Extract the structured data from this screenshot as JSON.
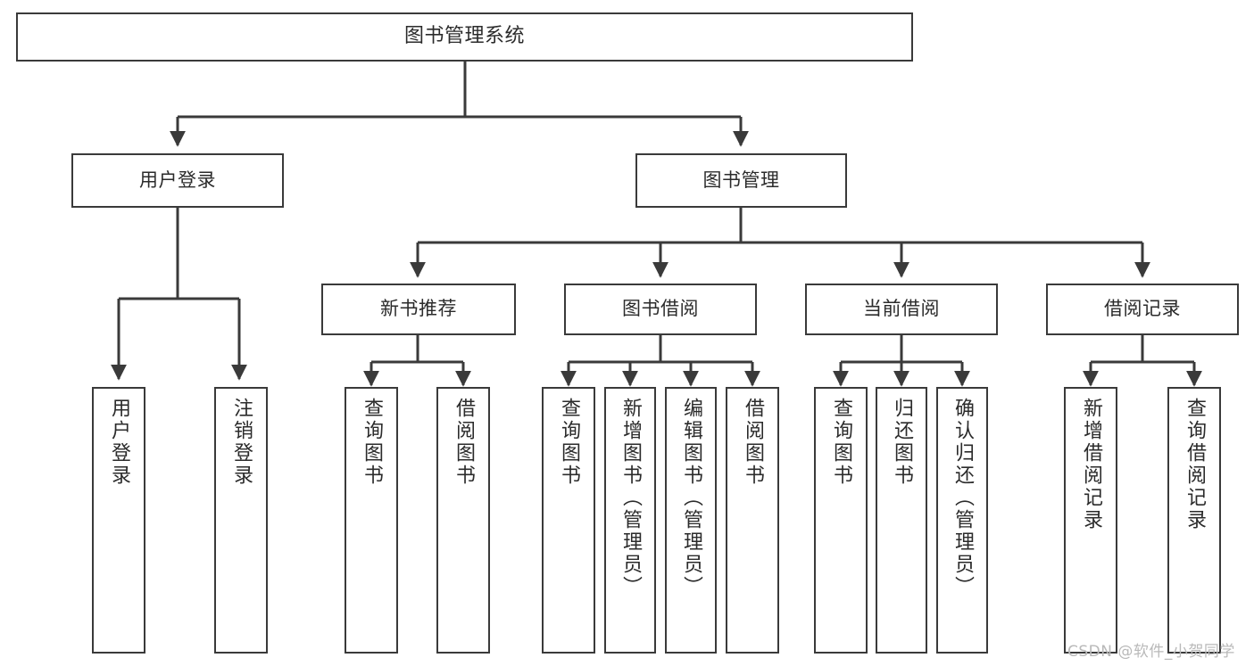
{
  "diagram": {
    "type": "hierarchy-tree",
    "title": "图书管理系统",
    "orientation": "top-down",
    "watermark": "CSDN @软件_小贺同学",
    "colors": {
      "node_border": "#3a3a3a",
      "node_fill": "#ffffff",
      "edge": "#3a3a3a",
      "text": "#2b2b2b",
      "background": "#ffffff",
      "watermark": "#b9b9b9"
    },
    "nodes": {
      "root": {
        "label": "图书管理系统",
        "level": 1
      },
      "user_login": {
        "label": "用户登录",
        "level": 2
      },
      "book_manage": {
        "label": "图书管理",
        "level": 2
      },
      "new_book_rec": {
        "label": "新书推荐",
        "level": 3
      },
      "book_borrow": {
        "label": "图书借阅",
        "level": 3
      },
      "current_borrow": {
        "label": "当前借阅",
        "level": 3
      },
      "borrow_record": {
        "label": "借阅记录",
        "level": 3
      },
      "leaf_user_login": {
        "label": "用户登录",
        "level": 4
      },
      "leaf_logout": {
        "label": "注销登录",
        "level": 4
      },
      "leaf_query_book_1": {
        "label": "查询图书",
        "level": 4
      },
      "leaf_borrow_book_1": {
        "label": "借阅图书",
        "level": 4
      },
      "leaf_query_book_2": {
        "label": "查询图书",
        "level": 4
      },
      "leaf_add_book": {
        "label": "新增图书（管理员）",
        "level": 4
      },
      "leaf_edit_book": {
        "label": "编辑图书（管理员）",
        "level": 4
      },
      "leaf_borrow_book_2": {
        "label": "借阅图书",
        "level": 4
      },
      "leaf_query_book_3": {
        "label": "查询图书",
        "level": 4
      },
      "leaf_return_book": {
        "label": "归还图书",
        "level": 4
      },
      "leaf_confirm_return": {
        "label": "确认归还（管理员）",
        "level": 4
      },
      "leaf_add_record": {
        "label": "新增借阅记录",
        "level": 4
      },
      "leaf_query_record": {
        "label": "查询借阅记录",
        "level": 4
      }
    },
    "edges": [
      {
        "from": "root",
        "to": "user_login"
      },
      {
        "from": "root",
        "to": "book_manage"
      },
      {
        "from": "user_login",
        "to": "leaf_user_login"
      },
      {
        "from": "user_login",
        "to": "leaf_logout"
      },
      {
        "from": "book_manage",
        "to": "new_book_rec"
      },
      {
        "from": "book_manage",
        "to": "book_borrow"
      },
      {
        "from": "book_manage",
        "to": "current_borrow"
      },
      {
        "from": "book_manage",
        "to": "borrow_record"
      },
      {
        "from": "new_book_rec",
        "to": "leaf_query_book_1"
      },
      {
        "from": "new_book_rec",
        "to": "leaf_borrow_book_1"
      },
      {
        "from": "book_borrow",
        "to": "leaf_query_book_2"
      },
      {
        "from": "book_borrow",
        "to": "leaf_add_book"
      },
      {
        "from": "book_borrow",
        "to": "leaf_edit_book"
      },
      {
        "from": "book_borrow",
        "to": "leaf_borrow_book_2"
      },
      {
        "from": "current_borrow",
        "to": "leaf_query_book_3"
      },
      {
        "from": "current_borrow",
        "to": "leaf_return_book"
      },
      {
        "from": "current_borrow",
        "to": "leaf_confirm_return"
      },
      {
        "from": "borrow_record",
        "to": "leaf_add_record"
      },
      {
        "from": "borrow_record",
        "to": "leaf_query_record"
      }
    ]
  }
}
